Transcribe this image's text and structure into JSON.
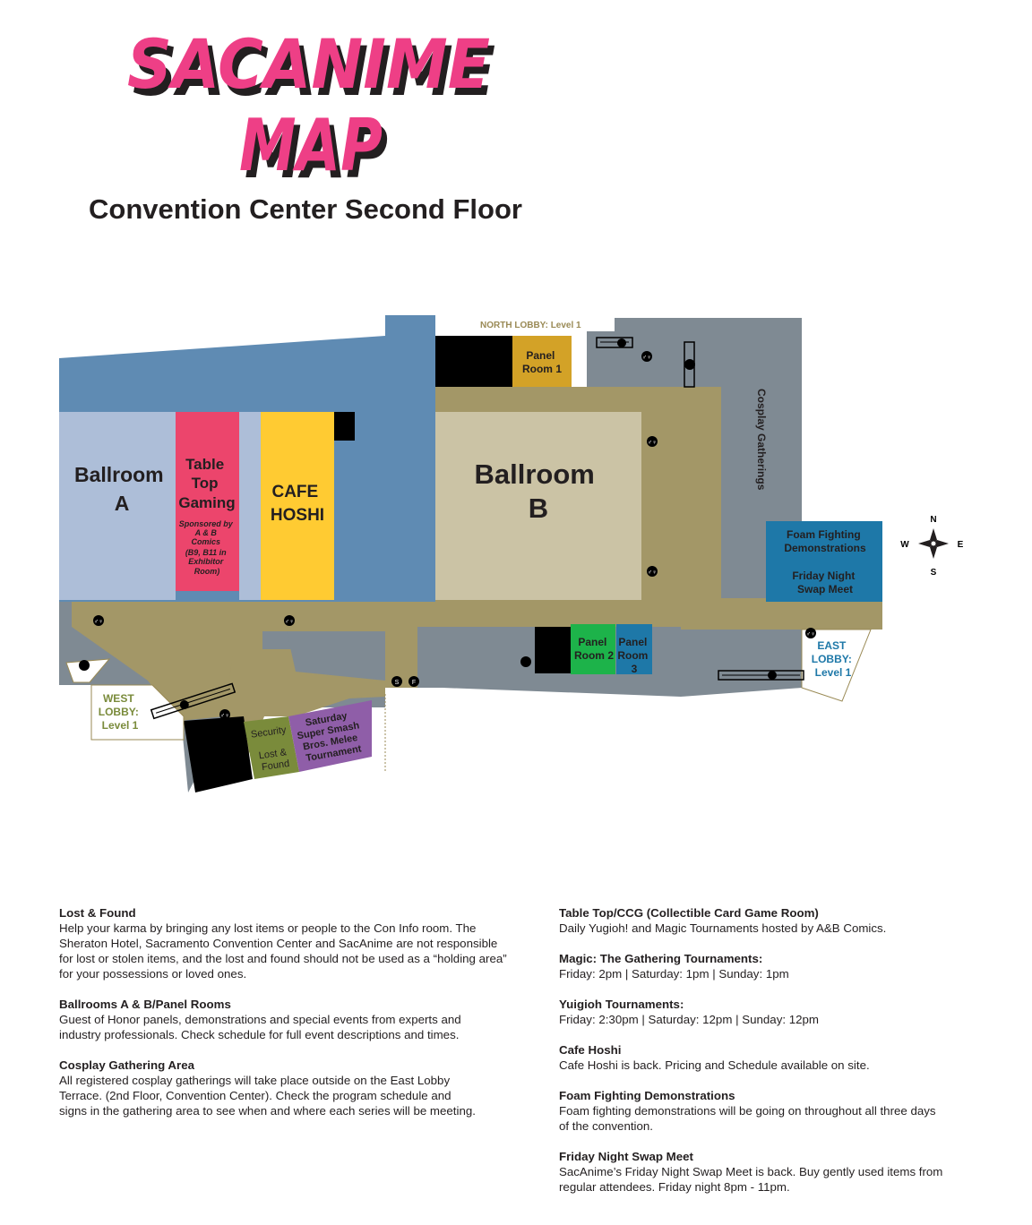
{
  "header": {
    "title_line1": "SACANIME",
    "title_line2": "MAP",
    "subtitle": "Convention Center Second Floor"
  },
  "colors": {
    "title_pink": "#ee3f86",
    "title_shadow": "#231f20",
    "corridor_blue": "#5f8bb3",
    "corridor_tan": "#a39767",
    "gray_area": "#7f8a93",
    "ballroom_a": "#adbed8",
    "ballroom_b": "#cbc3a5",
    "table_top": "#ec456c",
    "cafe_hoshi": "#ffcb32",
    "panel_room_1": "#d3a227",
    "panel_room_2": "#1db34a",
    "panel_room_3": "#1e78a8",
    "foam_fighting": "#1e78a8",
    "security": "#7a8b3b",
    "smash": "#8f5ea8",
    "west_lobby_text": "#7a8b3b",
    "east_lobby_text": "#1e78a8",
    "north_lobby_text": "#9a8a55"
  },
  "map": {
    "north_lobby": "NORTH LOBBY: Level 1",
    "panel_room_1": [
      "Panel",
      "Room 1"
    ],
    "ballroom_a": [
      "Ballroom",
      "A"
    ],
    "table_top": [
      "Table",
      "Top",
      "Gaming"
    ],
    "table_top_sponsor": [
      "Sponsored by",
      "A & B",
      "Comics",
      "(B9, B11 in",
      "Exhibitor",
      "Room)"
    ],
    "cafe_hoshi": [
      "CAFE",
      "HOSHI"
    ],
    "ballroom_b": [
      "Ballroom",
      "B"
    ],
    "cosplay_gatherings": "Cosplay Gatherings",
    "foam_fighting": [
      "Foam Fighting",
      "Demonstrations"
    ],
    "swap_meet": [
      "Friday Night",
      "Swap Meet"
    ],
    "panel_room_2": [
      "Panel",
      "Room 2"
    ],
    "panel_room_3": [
      "Panel",
      "Room",
      "3"
    ],
    "east_lobby": [
      "EAST",
      "LOBBY:",
      "Level 1"
    ],
    "west_lobby": [
      "WEST",
      "LOBBY:",
      "Level 1"
    ],
    "security": "Security",
    "lost_found": [
      "Lost &",
      "Found"
    ],
    "smash": [
      "Saturday",
      "Super Smash",
      "Bros. Melee",
      "Tournament"
    ],
    "compass": {
      "n": "N",
      "s": "S",
      "e": "E",
      "w": "W"
    },
    "icons": [
      "restroom-icon",
      "escalator-icon",
      "elevator-icon",
      "stairs-icon",
      "compass-icon"
    ]
  },
  "info_left": [
    {
      "heading": "Lost & Found",
      "lines": [
        "Help your karma by bringing any lost items or people to the Con Info room.  The",
        "Sheraton Hotel, Sacramento Convention Center and SacAnime are not responsible",
        "for lost or stolen items, and the lost and found should not be used as a “holding area”",
        "for your possessions or loved ones."
      ]
    },
    {
      "heading": "Ballrooms A & B/Panel Rooms",
      "lines": [
        "Guest of Honor panels, demonstrations and special events from experts and",
        "industry professionals.  Check schedule for full event descriptions and times."
      ]
    },
    {
      "heading": "Cosplay Gathering Area",
      "lines": [
        "All registered cosplay gatherings will take place outside on the East Lobby",
        "Terrace.  (2nd Floor, Convention Center).  Check the program schedule and",
        "signs in the gathering area to see when and where each series will be meeting."
      ]
    }
  ],
  "info_right": [
    {
      "heading": "Table Top/CCG (Collectible Card Game Room)",
      "lines": [
        "Daily Yugioh! and Magic Tournaments hosted by A&B Comics."
      ]
    },
    {
      "heading": "Magic: The Gathering Tournaments:",
      "lines": [
        "Friday: 2pm | Saturday: 1pm | Sunday: 1pm"
      ]
    },
    {
      "heading": "Yuigioh Tournaments:",
      "lines": [
        "Friday: 2:30pm | Saturday: 12pm | Sunday: 12pm"
      ]
    },
    {
      "heading": "Cafe Hoshi",
      "lines": [
        "Cafe Hoshi is back.  Pricing and Schedule available on site."
      ]
    },
    {
      "heading": "Foam Fighting Demonstrations",
      "lines": [
        "Foam fighting demonstrations will be going on throughout all three days",
        "of the convention."
      ]
    },
    {
      "heading": "Friday Night Swap Meet",
      "lines": [
        "SacAnime’s Friday Night Swap Meet is back.  Buy gently used items from",
        "regular attendees.  Friday night 8pm - 11pm."
      ]
    }
  ]
}
